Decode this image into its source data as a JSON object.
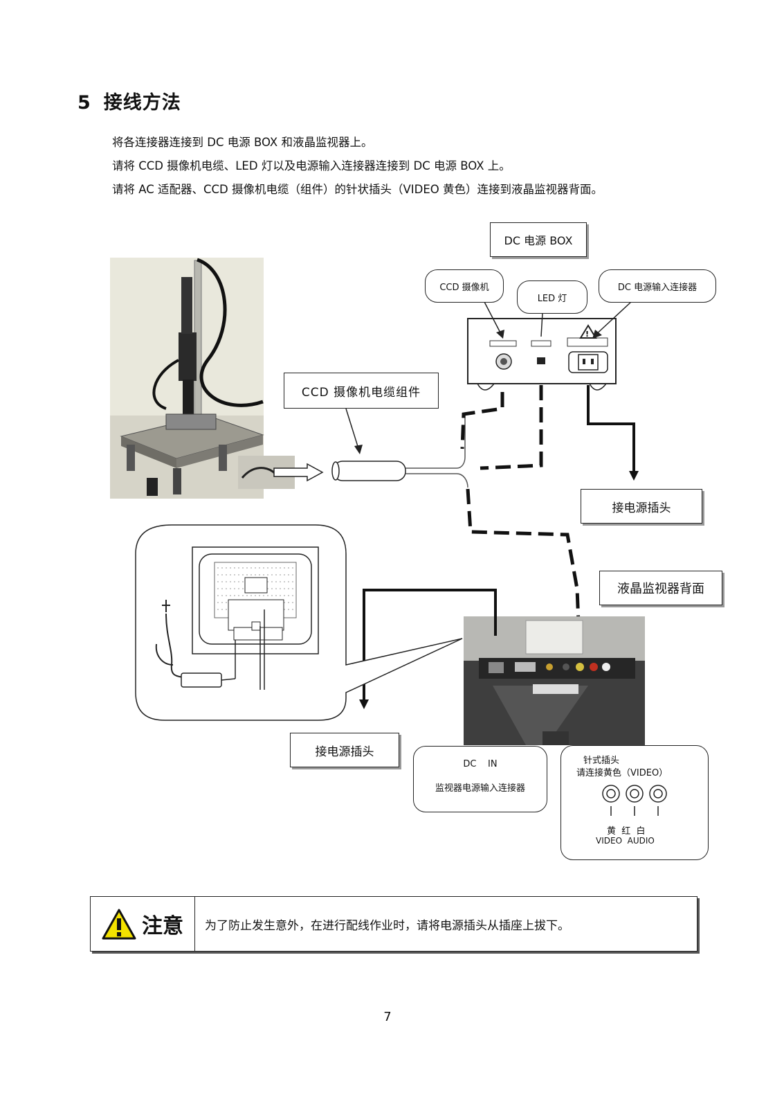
{
  "heading": {
    "number": "5",
    "title": "接线方法"
  },
  "intro_lines": [
    "将各连接器连接到 DC 电源 BOX 和液晶监视器上。",
    "请将 CCD 摄像机电缆、LED 灯以及电源输入连接器连接到 DC 电源 BOX 上。",
    "请将  AC 适配器、CCD 摄像机电缆（组件）的针状插头（VIDEO 黄色）连接到液晶监视器背面。"
  ],
  "labels": {
    "dc_box": "DC 电源 BOX",
    "ccd_camera": "CCD 摄像机",
    "led": "LED 灯",
    "dc_input_connector": "DC  电源输入连接器",
    "ccd_cable_assembly": "CCD  摄像机电缆组件",
    "power_plug_1": "接电源插头",
    "lcd_back": "液晶监视器背面",
    "power_plug_2": "接电源插头",
    "dc_in": "DC    IN",
    "monitor_power_connector": "监视器电源输入连接器",
    "pin_plug": "针式插头",
    "connect_yellow": "请连接黄色（VIDEO）",
    "jack_colors": "黄  红  白",
    "jack_signals": "VIDEO  AUDIO"
  },
  "notice": {
    "title": "注意",
    "text": "为了防止发生意外，在进行配线作业时，请将电源插头从插座上拔下。"
  },
  "page_number": "7"
}
